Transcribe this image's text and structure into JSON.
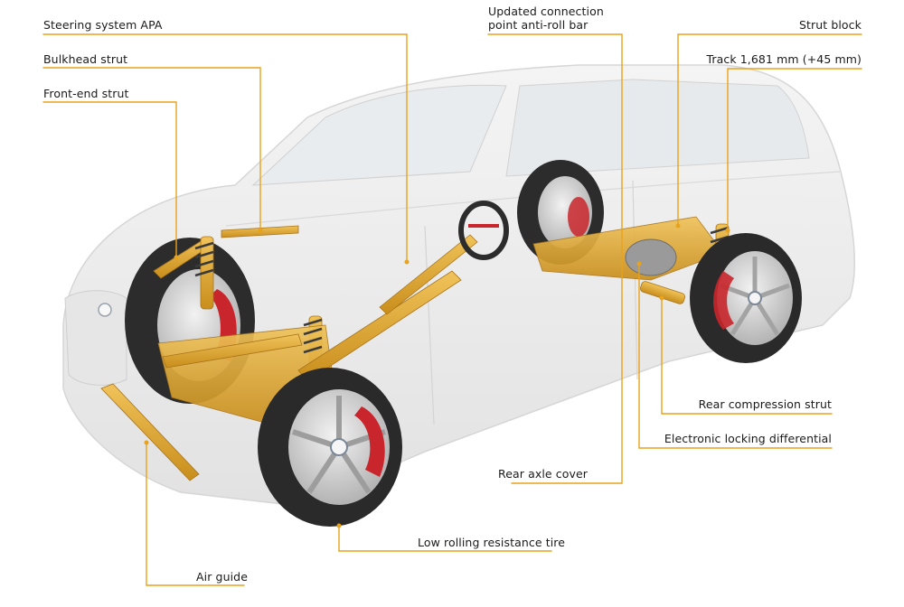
{
  "colors": {
    "leader": "#e8a21b",
    "chassis": "#e3ae33",
    "tire": "#2c2c2c",
    "rim": "#cfcfcf",
    "brake": "#c8262c",
    "body": "#eeeeee",
    "label": "#1a1a1a"
  },
  "labels": {
    "steering": "Steering system APA",
    "bulkhead": "Bulkhead strut",
    "frontend": "Front-end strut",
    "antiroll_l1": "Updated connection",
    "antiroll_l2": "point anti-roll bar",
    "strutblock": "Strut block",
    "track": "Track 1,681 mm (+45 mm)",
    "rearcomp": "Rear compression strut",
    "eld": "Electronic locking differential",
    "rearaxle": "Rear axle cover",
    "tire": "Low rolling resistance tire",
    "airguide": "Air guide"
  }
}
